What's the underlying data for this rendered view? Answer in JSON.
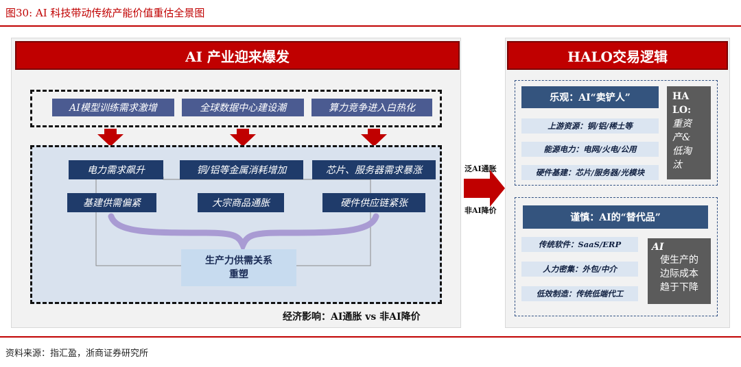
{
  "figure_title": "图30:  AI 科技带动传统产能价值重估全景图",
  "source": "资料来源：指汇盈，浙商证券研究所",
  "left_panel": {
    "header": "AI 产业迎来爆发",
    "drivers": [
      "AI模型训练需求激增",
      "全球数据中心建设潮",
      "算力竞争进入白热化"
    ],
    "effects_top": [
      "电力需求飙升",
      "铜/铝等金属消耗增加",
      "芯片、服务器需求暴涨"
    ],
    "effects_bottom": [
      "基建供需偏紧",
      "大宗商品通胀",
      "硬件供应链紧张"
    ],
    "result_line1": "生产力供需关系",
    "result_line2": "重塑",
    "economic_impact": "经济影响：AI通胀 vs 非AI降价"
  },
  "connector": {
    "top_label": "泛AI通胀",
    "bottom_label": "非AI降价"
  },
  "right_panel": {
    "header": "HALO交易逻辑",
    "optimistic": {
      "title": "乐观：AI“卖铲人”",
      "items": [
        "上游资源：铜/铝/稀土等",
        "能源电力：电网/火电/公用",
        "硬件基建：芯片/服务器/光模块"
      ],
      "side_lines": [
        "HA",
        "LO:",
        "重资",
        "产&",
        "低淘",
        "汰"
      ]
    },
    "cautious": {
      "title": "谨慎：AI的“替代品”",
      "items": [
        "传统软件：SaaS/ERP",
        "人力密集：外包/中介",
        "低效制造：传统低端代工"
      ],
      "side_lines": [
        "AI",
        "使生产的",
        "边际成本",
        "趋于下降"
      ]
    }
  },
  "colors": {
    "red": "#c00000",
    "navy": "#1f3b6a",
    "slate_blue": "#4b5b91",
    "brace_purple": "#a99bd3",
    "pale_blue": "#c7dbef",
    "gray": "#5b5b5b"
  }
}
